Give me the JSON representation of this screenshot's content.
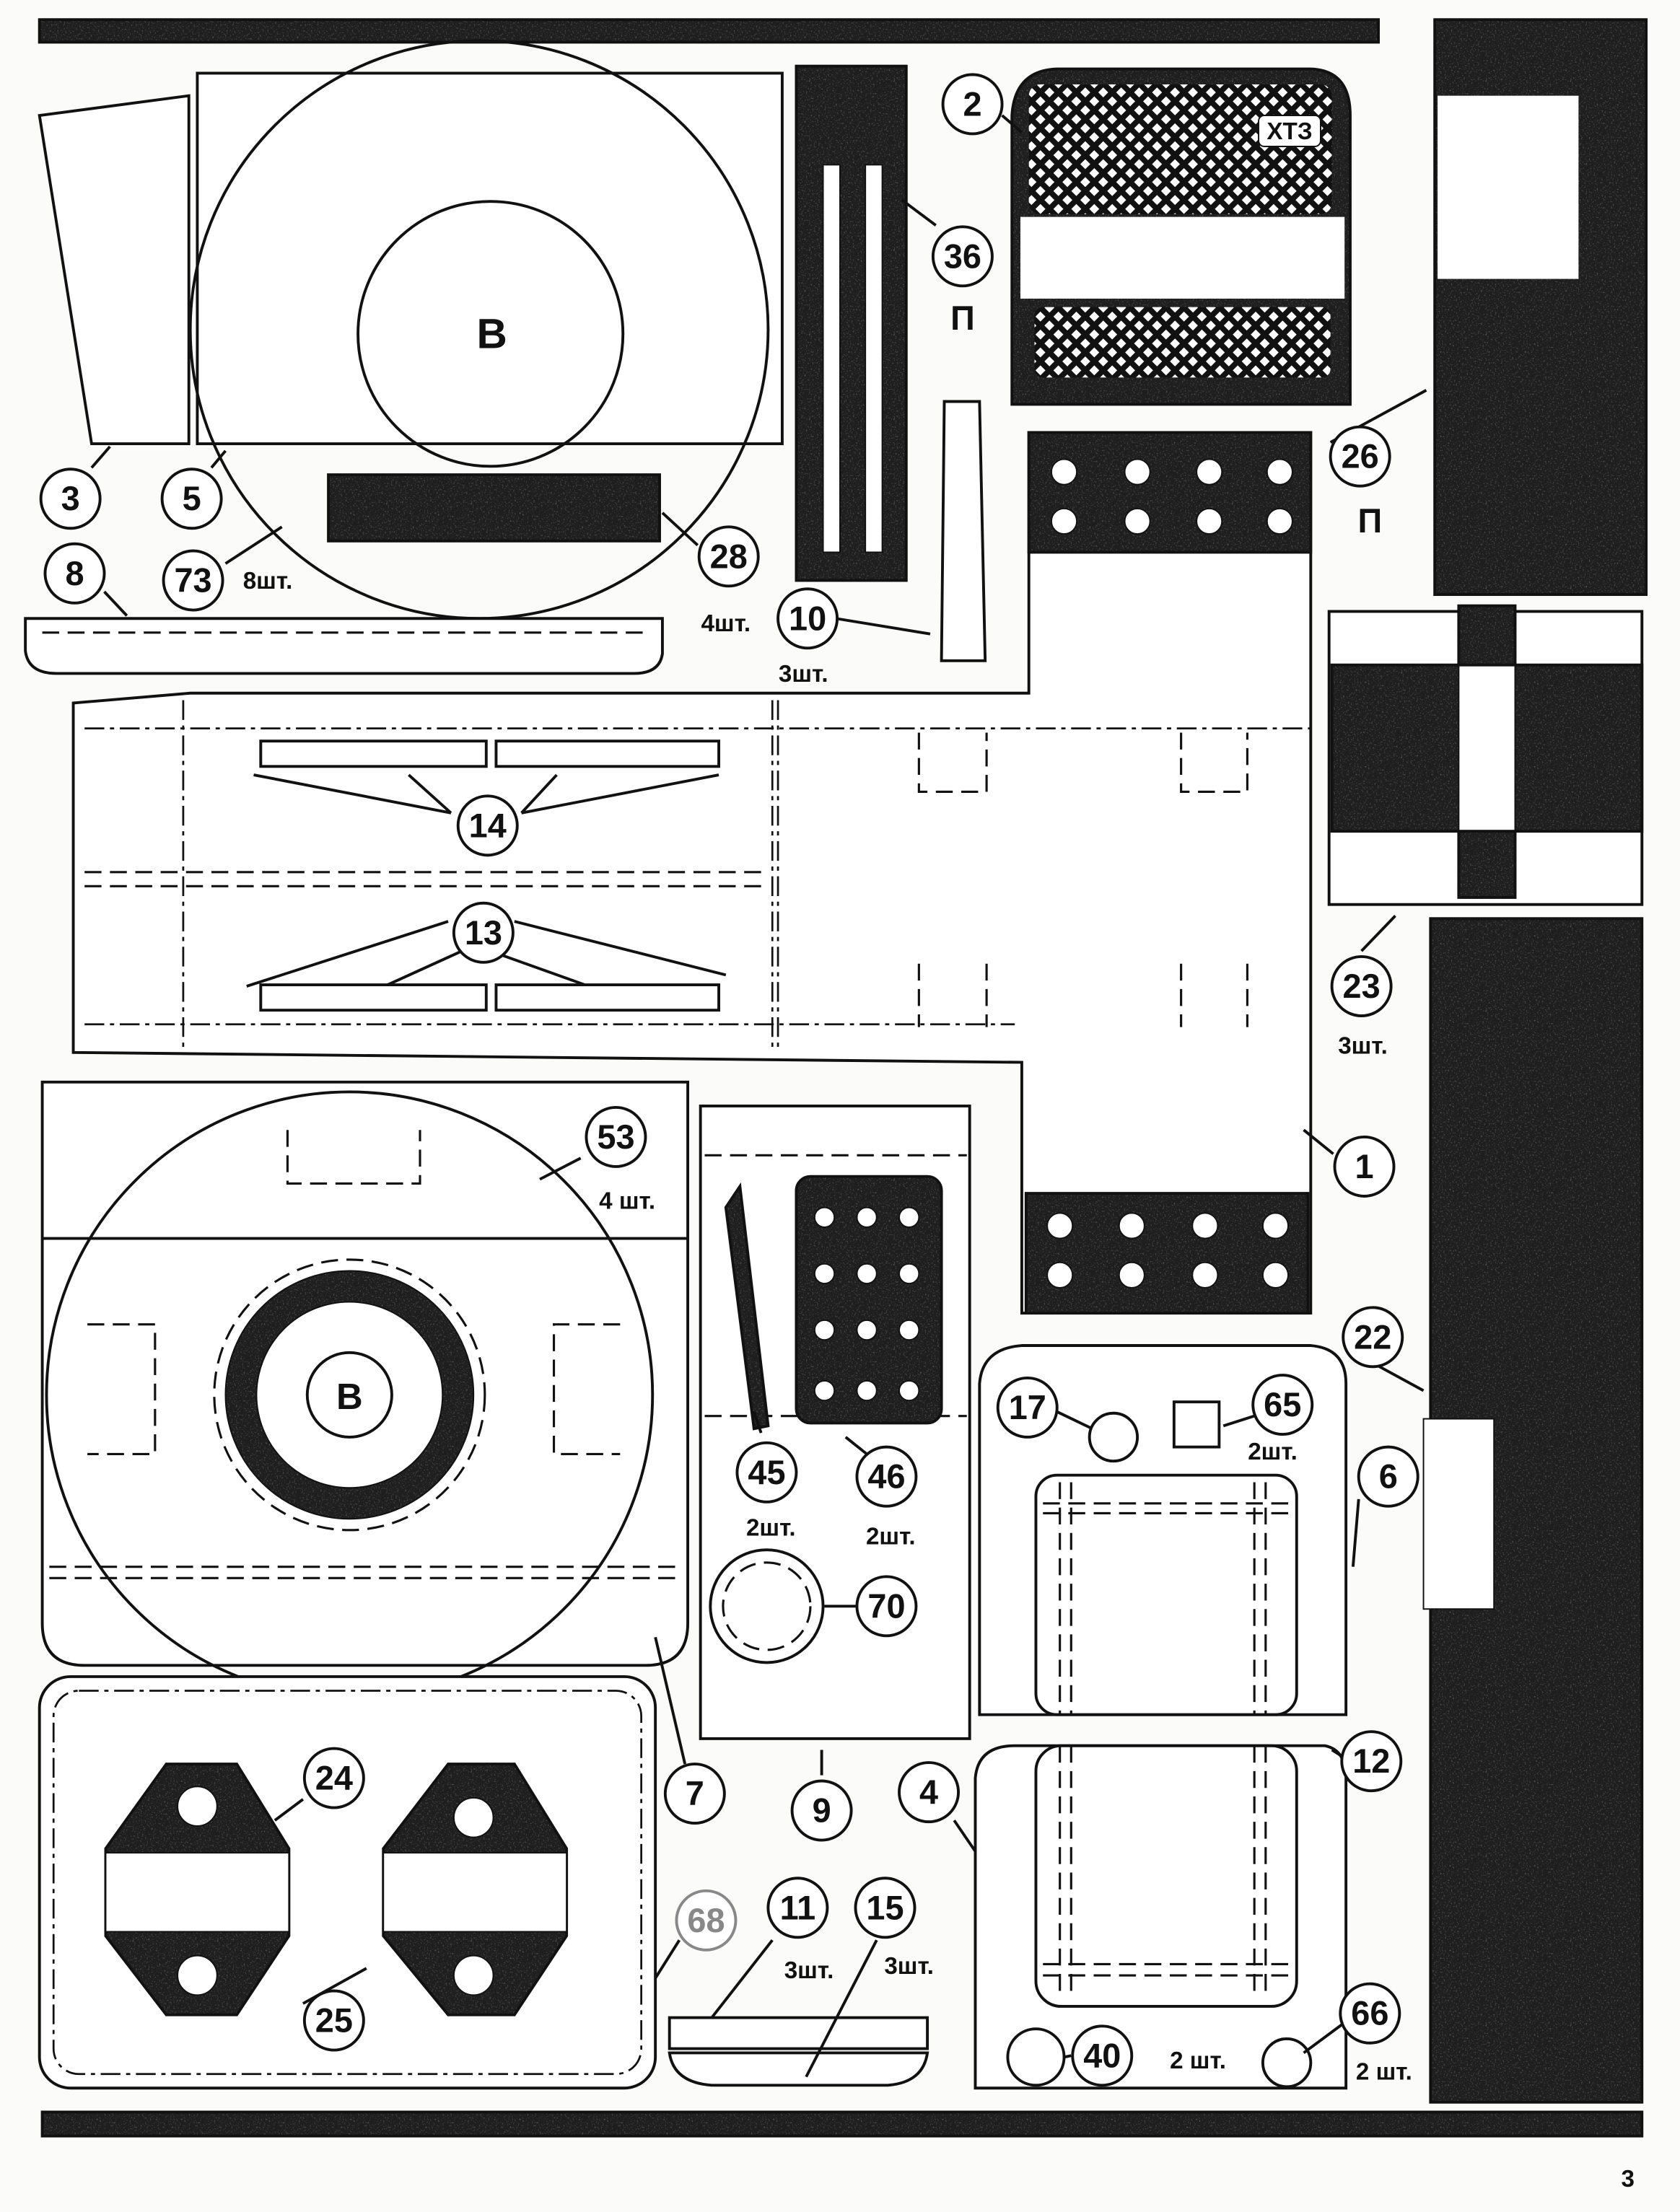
{
  "sheet": {
    "page_number": "3",
    "logo_text": "ХТЗ",
    "center_mark_top": "В",
    "center_mark_bottom": "В"
  },
  "parts": {
    "p1": {
      "num": "1"
    },
    "p2": {
      "num": "2"
    },
    "p3": {
      "num": "3"
    },
    "p4": {
      "num": "4"
    },
    "p5": {
      "num": "5"
    },
    "p6": {
      "num": "6"
    },
    "p7": {
      "num": "7"
    },
    "p8": {
      "num": "8"
    },
    "p9": {
      "num": "9"
    },
    "p10": {
      "num": "10",
      "qty": "3шт."
    },
    "p11": {
      "num": "11",
      "qty": "3шт."
    },
    "p12": {
      "num": "12"
    },
    "p13": {
      "num": "13"
    },
    "p14": {
      "num": "14"
    },
    "p15": {
      "num": "15",
      "qty": "3шт."
    },
    "p17": {
      "num": "17"
    },
    "p22": {
      "num": "22"
    },
    "p23": {
      "num": "23",
      "qty": "3шт."
    },
    "p24": {
      "num": "24"
    },
    "p25": {
      "num": "25"
    },
    "p26": {
      "num": "26",
      "note": "П"
    },
    "p28": {
      "num": "28",
      "qty": "4шт."
    },
    "p36": {
      "num": "36",
      "note": "П"
    },
    "p40": {
      "num": "40",
      "qty": "2 шт."
    },
    "p45": {
      "num": "45",
      "qty": "2шт."
    },
    "p46": {
      "num": "46",
      "qty": "2шт."
    },
    "p53": {
      "num": "53",
      "qty": "4 шт."
    },
    "p65": {
      "num": "65",
      "qty": "2шт."
    },
    "p66": {
      "num": "66",
      "qty": "2 шт."
    },
    "p68": {
      "num": "68"
    },
    "p70": {
      "num": "70"
    },
    "p73": {
      "num": "73",
      "qty": "8шт."
    }
  }
}
